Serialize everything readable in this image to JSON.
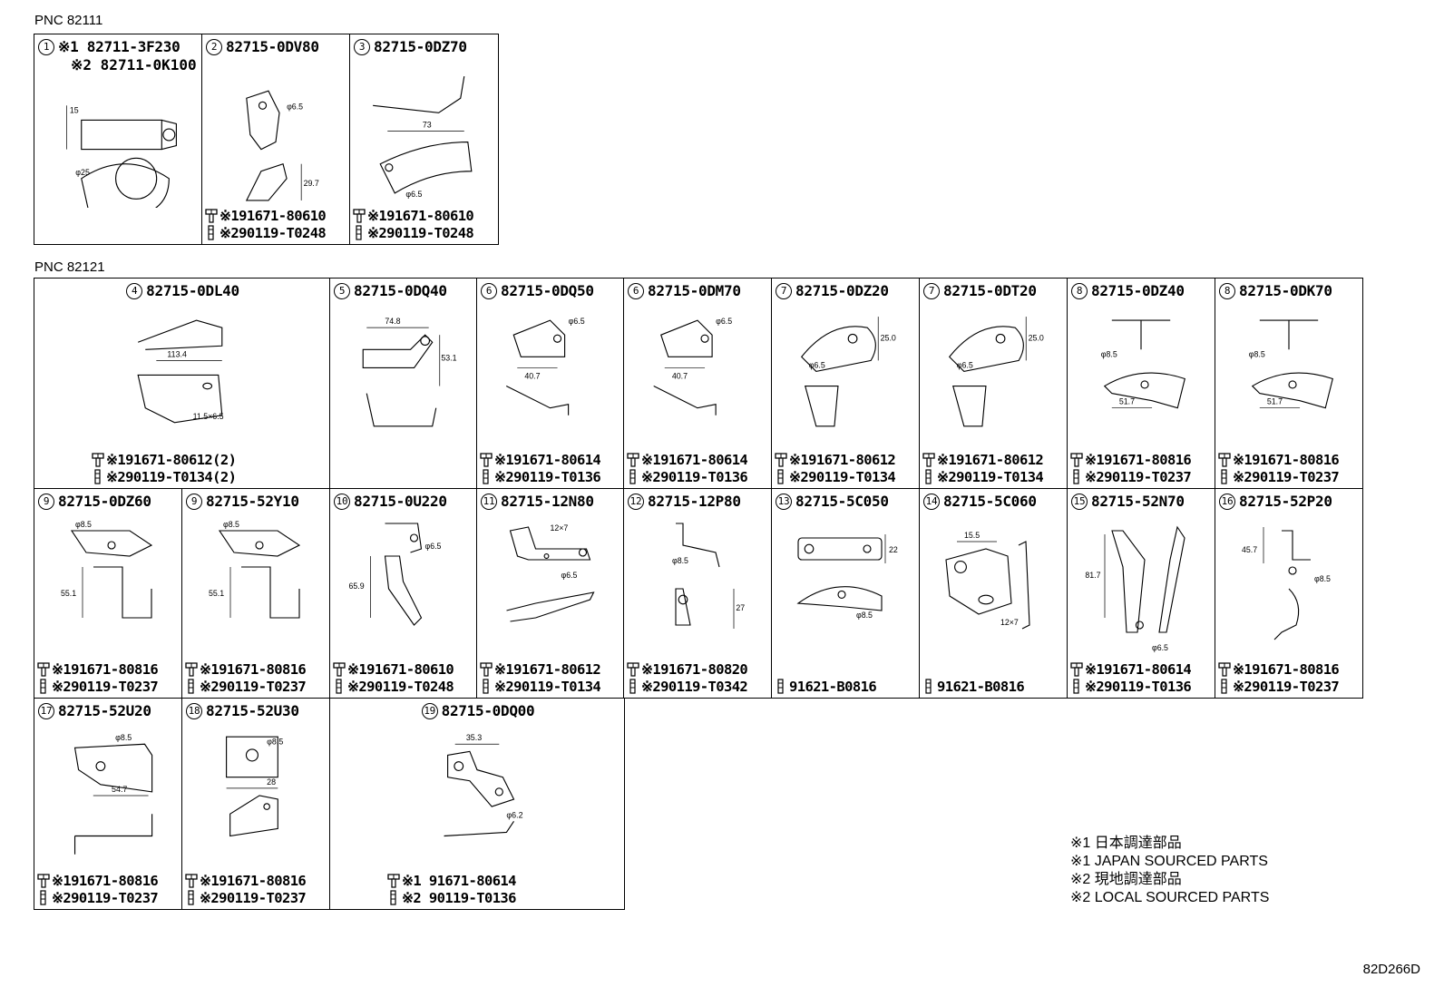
{
  "groups": [
    {
      "pnc": "PNC 82111"
    },
    {
      "pnc": "PNC 82121"
    }
  ],
  "cells": [
    {
      "num": "1",
      "part": "※1 82711-3F230",
      "alt": "※2 82711-0K100",
      "f1": "",
      "f2": "",
      "dims": [
        "15",
        "φ25"
      ]
    },
    {
      "num": "2",
      "part": "82715-0DV80",
      "f1": "※191671-80610",
      "f2": "※290119-T0248",
      "dims": [
        "φ6.5",
        "29.7"
      ]
    },
    {
      "num": "3",
      "part": "82715-0DZ70",
      "f1": "※191671-80610",
      "f2": "※290119-T0248",
      "dims": [
        "73",
        "φ6.5"
      ]
    },
    {
      "num": "4",
      "part": "82715-0DL40",
      "f1": "※191671-80612(2)",
      "f2": "※290119-T0134(2)",
      "dims": [
        "113.4",
        "11.5×6.5"
      ]
    },
    {
      "num": "5",
      "part": "82715-0DQ40",
      "f1": "",
      "f2": "",
      "dims": [
        "74.8",
        "53.1"
      ]
    },
    {
      "num": "6",
      "part": "82715-0DQ50",
      "f1": "※191671-80614",
      "f2": "※290119-T0136",
      "dims": [
        "φ6.5",
        "40.7"
      ]
    },
    {
      "num": "6",
      "part": "82715-0DM70",
      "f1": "※191671-80614",
      "f2": "※290119-T0136",
      "dims": [
        "φ6.5",
        "40.7"
      ]
    },
    {
      "num": "7",
      "part": "82715-0DZ20",
      "f1": "※191671-80612",
      "f2": "※290119-T0134",
      "dims": [
        "25.0",
        "φ6.5"
      ]
    },
    {
      "num": "7",
      "part": "82715-0DT20",
      "f1": "※191671-80612",
      "f2": "※290119-T0134",
      "dims": [
        "25.0",
        "φ6.5"
      ]
    },
    {
      "num": "8",
      "part": "82715-0DZ40",
      "f1": "※191671-80816",
      "f2": "※290119-T0237",
      "dims": [
        "φ8.5",
        "51.7"
      ]
    },
    {
      "num": "8",
      "part": "82715-0DK70",
      "f1": "※191671-80816",
      "f2": "※290119-T0237",
      "dims": [
        "φ8.5",
        "51.7"
      ]
    },
    {
      "num": "9",
      "part": "82715-0DZ60",
      "f1": "※191671-80816",
      "f2": "※290119-T0237",
      "dims": [
        "φ8.5",
        "55.1"
      ]
    },
    {
      "num": "9",
      "part": "82715-52Y10",
      "f1": "※191671-80816",
      "f2": "※290119-T0237",
      "dims": [
        "φ8.5",
        "55.1"
      ]
    },
    {
      "num": "10",
      "part": "82715-0U220",
      "f1": "※191671-80610",
      "f2": "※290119-T0248",
      "dims": [
        "φ6.5",
        "65.9"
      ]
    },
    {
      "num": "11",
      "part": "82715-12N80",
      "f1": "※191671-80612",
      "f2": "※290119-T0134",
      "dims": [
        "12×7",
        "φ6.5"
      ]
    },
    {
      "num": "12",
      "part": "82715-12P80",
      "f1": "※191671-80820",
      "f2": "※290119-T0342",
      "dims": [
        "φ8.5",
        "27"
      ]
    },
    {
      "num": "13",
      "part": "82715-5C050",
      "f1": "",
      "f2": "91621-B0816",
      "dims": [
        "22",
        "φ8.5"
      ]
    },
    {
      "num": "14",
      "part": "82715-5C060",
      "f1": "",
      "f2": "91621-B0816",
      "dims": [
        "15.5",
        "12×7"
      ]
    },
    {
      "num": "15",
      "part": "82715-52N70",
      "f1": "※191671-80614",
      "f2": "※290119-T0136",
      "dims": [
        "81.7",
        "φ6.5"
      ]
    },
    {
      "num": "16",
      "part": "82715-52P20",
      "f1": "※191671-80816",
      "f2": "※290119-T0237",
      "dims": [
        "45.7",
        "φ8.5"
      ]
    },
    {
      "num": "17",
      "part": "82715-52U20",
      "f1": "※191671-80816",
      "f2": "※290119-T0237",
      "dims": [
        "φ8.5",
        "54.7"
      ]
    },
    {
      "num": "18",
      "part": "82715-52U30",
      "f1": "※191671-80816",
      "f2": "※290119-T0237",
      "dims": [
        "φ8.5",
        "28"
      ]
    },
    {
      "num": "19",
      "part": "82715-0DQ00",
      "f1": "※1 91671-80614",
      "f2": "※2 90119-T0136",
      "dims": [
        "35.3",
        "φ6.2"
      ]
    }
  ],
  "legend": [
    "※1 日本調達部品",
    "※1 JAPAN SOURCED PARTS",
    "※2 現地調達部品",
    "※2 LOCAL SOURCED PARTS"
  ],
  "diagram_code": "82D266D"
}
